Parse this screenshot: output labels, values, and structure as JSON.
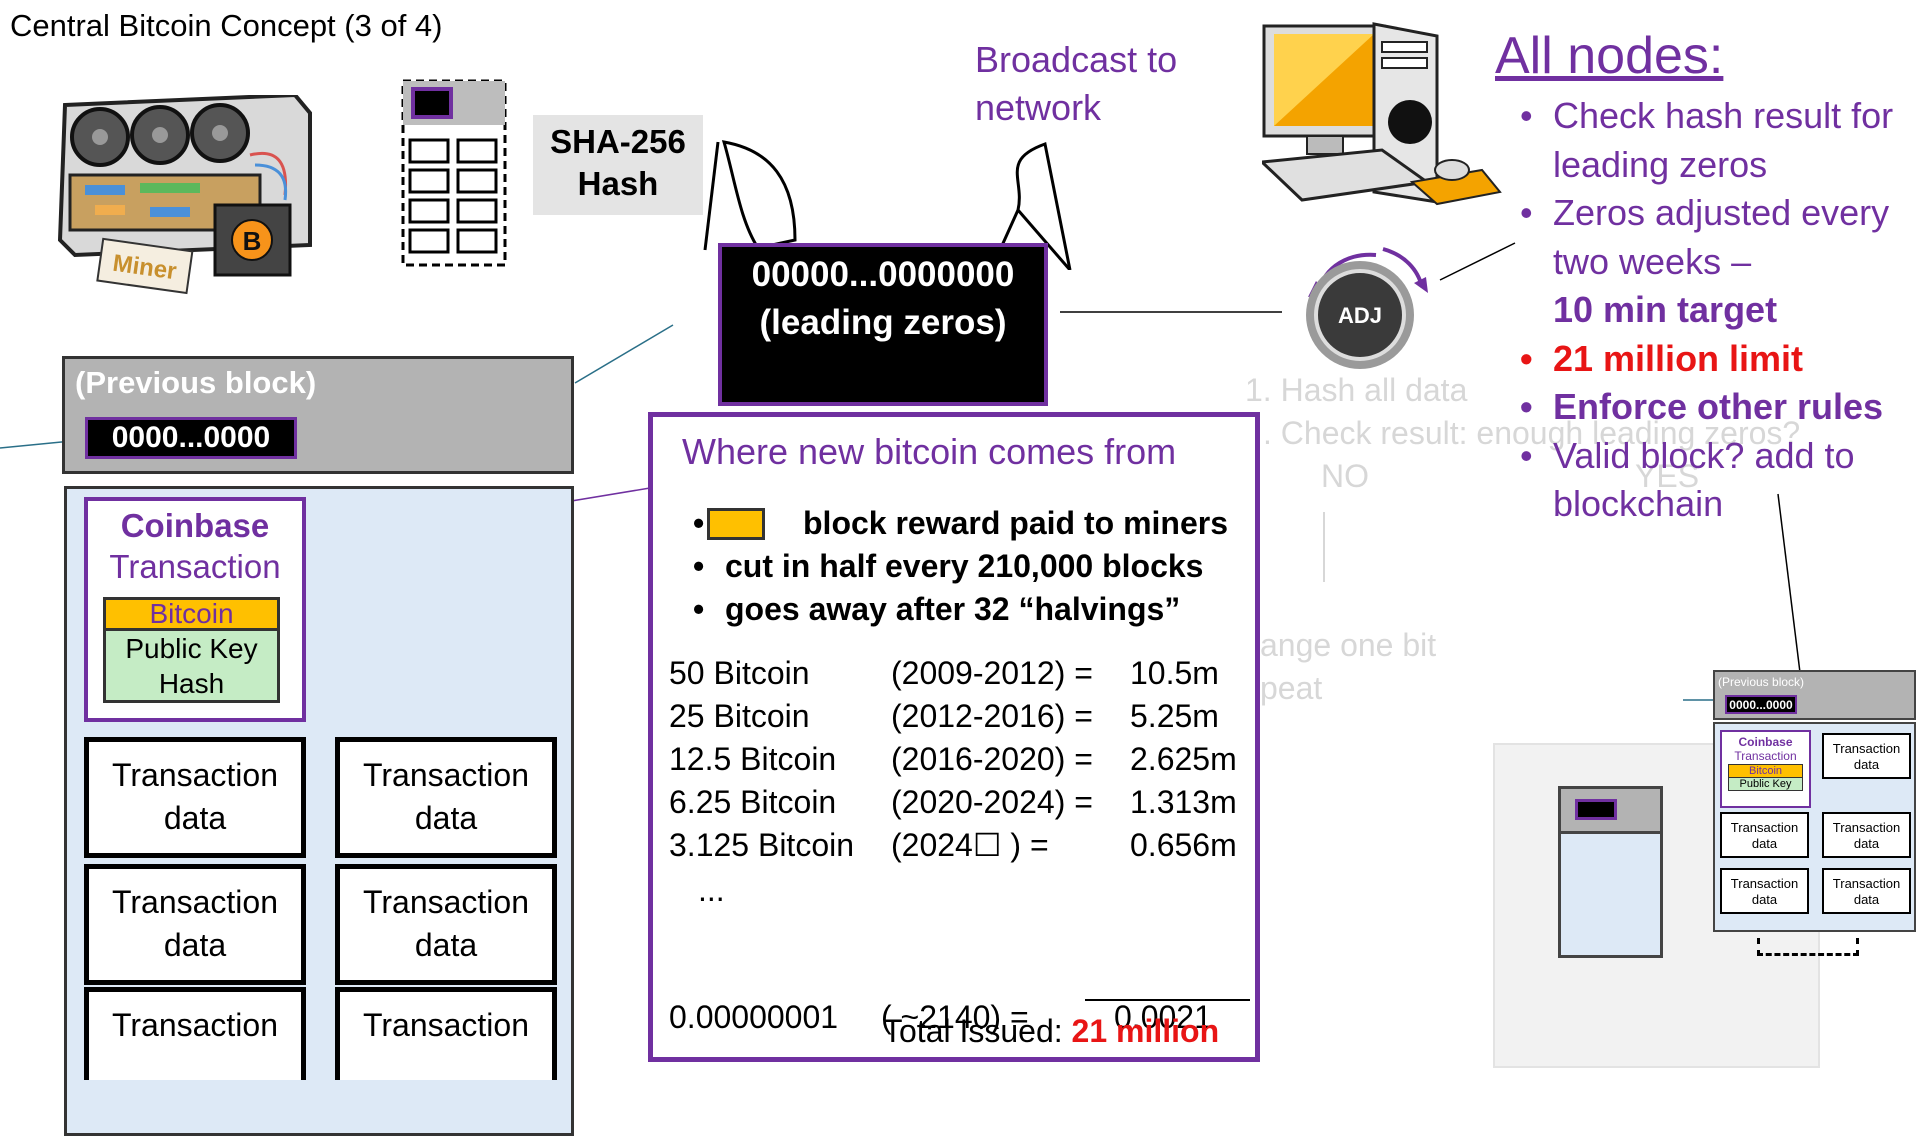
{
  "slide": {
    "title": "Central Bitcoin Concept (3 of 4)"
  },
  "miner": {
    "label": "Miner",
    "coin_symbol": "B"
  },
  "hash_box": {
    "line1": "SHA-256",
    "line2": "Hash"
  },
  "broadcast": {
    "line1": "Broadcast to",
    "line2": "network"
  },
  "result": {
    "line1": "00000...0000000",
    "line2": "(leading zeros)"
  },
  "adj": {
    "label": "ADJ"
  },
  "nodes": {
    "heading": "All nodes:",
    "items": [
      "Check hash result for leading zeros",
      "Zeros adjusted every two weeks –",
      "21 million limit",
      "Enforce other rules",
      "Valid block? add to blockchain"
    ],
    "target": "10 min target"
  },
  "faded_steps": {
    "step1": "1. Hash all data",
    "step2": ". Check result: enough leading zeros?",
    "no": "NO",
    "yes": "YES",
    "change": "ange one bit",
    "repeat": "peat"
  },
  "block": {
    "prev_label": "(Previous block)",
    "prev_hash": "0000...0000",
    "coinbase_title": "Coinbase",
    "coinbase_subtitle": "Transaction",
    "bitcoin": "Bitcoin",
    "pubkey_line1": "Public Key",
    "pubkey_line2": "Hash",
    "tx_line1": "Transaction",
    "tx_line2": "data"
  },
  "reward": {
    "title": "Where new bitcoin comes from",
    "bullets": [
      "block reward paid to miners",
      "cut in half every 210,000 blocks",
      "goes away after 32 “halvings”"
    ],
    "halvings": [
      {
        "reward": "50 Bitcoin",
        "period": "(2009-2012) =",
        "total": "10.5m"
      },
      {
        "reward": "25 Bitcoin",
        "period": "(2012-2016) =",
        "total": "5.25m"
      },
      {
        "reward": "12.5 Bitcoin",
        "period": "(2016-2020) =",
        "total": "2.625m"
      },
      {
        "reward": "6.25 Bitcoin",
        "period": "(2020-2024) =",
        "total": "1.313m"
      },
      {
        "reward": "3.125 Bitcoin",
        "period": "(2024☐     ) =",
        "total": "0.656m"
      }
    ],
    "ellipsis": "...",
    "last_reward": "0.00000001",
    "last_period": "(    ~2140) =",
    "last_total": "0.0021",
    "total_label": "Total Issued:",
    "total_value": "21 million"
  },
  "mini": {
    "prev_label": "(Previous block)",
    "prev_hash": "0000...0000",
    "coinbase_title": "Coinbase",
    "coinbase_subtitle": "Transaction",
    "bitcoin": "Bitcoin",
    "pubkey": "Public Key",
    "tx_line1": "Transaction",
    "tx_line2": "data"
  },
  "colors": {
    "purple": "#7030a0",
    "red": "#e81515",
    "gold": "#ffc000",
    "green": "#c5ecc5",
    "light_blue": "#dde9f6",
    "gray": "#b3b3b3"
  }
}
